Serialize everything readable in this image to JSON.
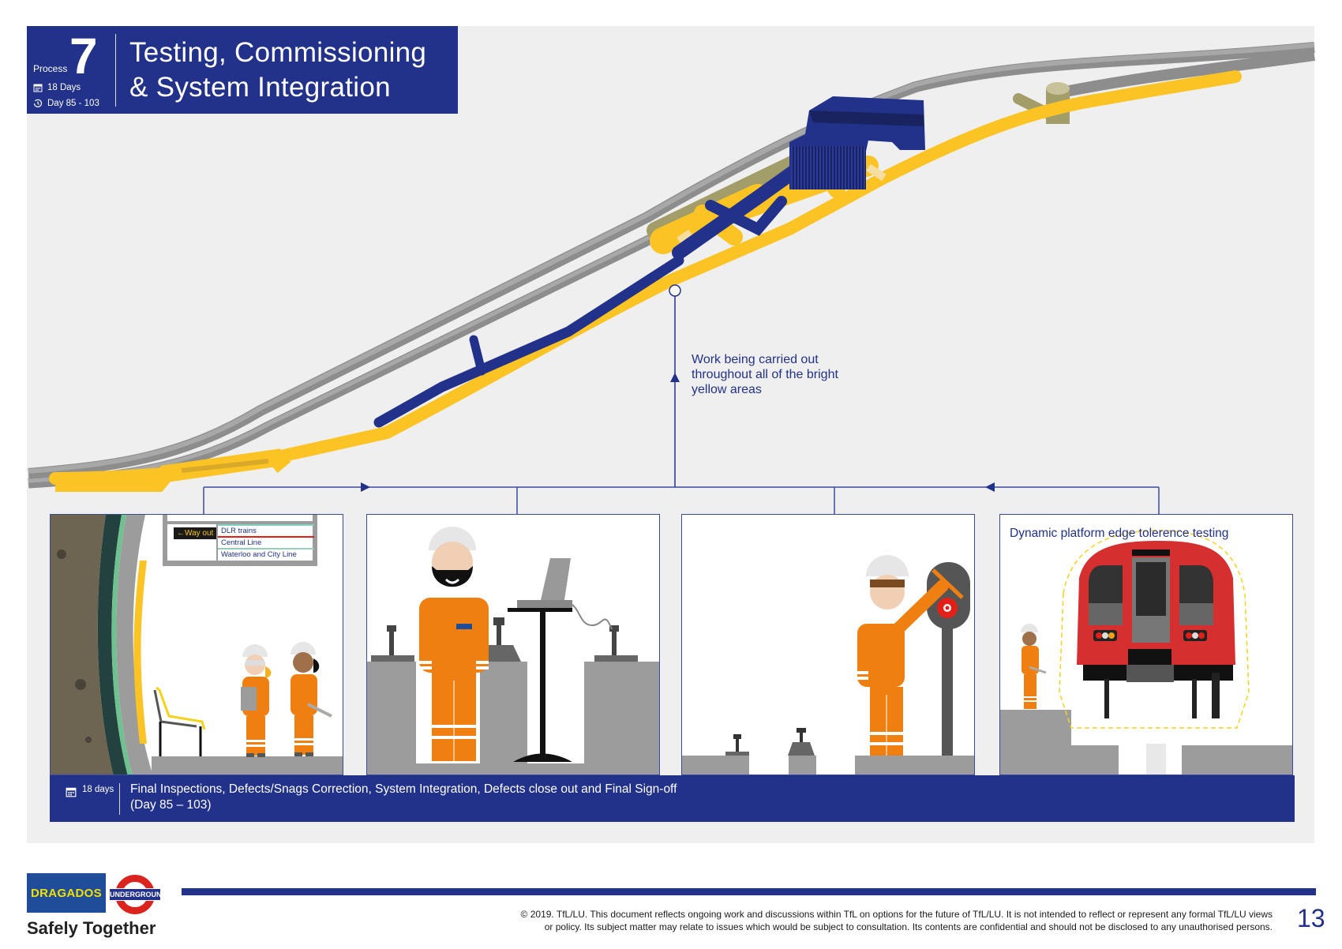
{
  "header": {
    "process_label": "Process",
    "process_number": "7",
    "duration": "18 Days",
    "day_range": "Day 85 - 103",
    "title_line1": "Testing, Commissioning",
    "title_line2": "& System Integration",
    "calendar_icon": "calendar-icon",
    "clock_icon": "clock-icon"
  },
  "diagram": {
    "callout": "Work being carried out throughout all of the bright yellow areas",
    "colors": {
      "brand_blue": "#22318a",
      "work_yellow": "#fbc324",
      "tunnel_grey": "#9a9a9a",
      "olive": "#a39d6a"
    }
  },
  "panels": [
    {
      "name": "station-platform",
      "sign": {
        "way_out": "←Way out",
        "lines": [
          "DLR trains",
          "Central Line",
          "Waterloo and City Line"
        ],
        "line_colors": [
          "#7fd1c0",
          "#e32017",
          "#95cdba"
        ]
      }
    },
    {
      "name": "track-testing-laptop"
    },
    {
      "name": "signal-maintenance"
    },
    {
      "name": "platform-edge-testing",
      "caption": "Dynamic platform edge tolerence testing"
    }
  ],
  "summary_bar": {
    "days": "18 days",
    "description": "Final Inspections, Defects/Snags Correction, System Integration, Defects close out and Final Sign-off",
    "day_range": "(Day 85 – 103)"
  },
  "footer": {
    "logo_dragados": "DRAGADOS",
    "logo_underground": "UNDERGROUND",
    "tagline": "Safely Together",
    "disclaimer_line1": "© 2019. TfL/LU. This document reflects ongoing work and discussions within TfL on options for the future of TfL/LU. It is not intended to reflect or represent any formal TfL/LU views",
    "disclaimer_line2": "or policy. Its subject matter may relate to issues which would be subject to consultation. Its contents are confidential and should not be disclosed to any unauthorised persons.",
    "page_number": "13"
  }
}
